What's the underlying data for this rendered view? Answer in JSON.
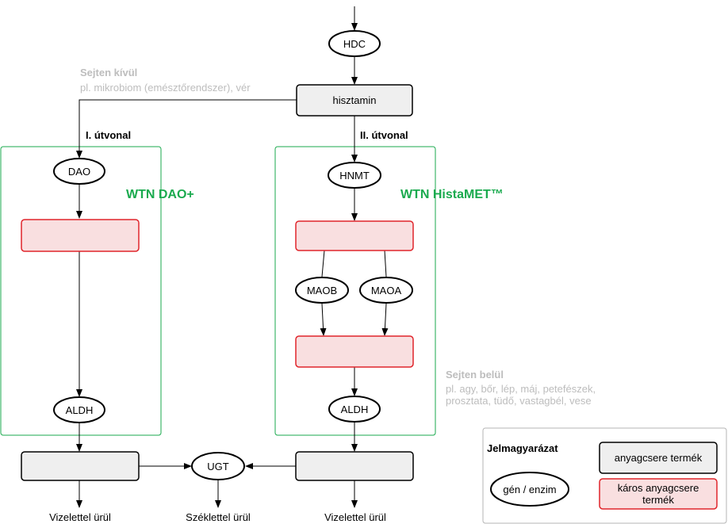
{
  "nodes": {
    "hdc": "HDC",
    "hisztamin": "hisztamin",
    "dao": "DAO",
    "hnmt": "HNMT",
    "maob": "MAOB",
    "maoa": "MAOA",
    "aldh_left": "ALDH",
    "aldh_right": "ALDH",
    "ugt": "UGT"
  },
  "pathways": {
    "path1": "I. útvonal",
    "path2": "II. útvonal"
  },
  "products": {
    "left": "WTN DAO+",
    "right": "WTN HistaMET™"
  },
  "regions": {
    "outside_title": "Sejten kívül",
    "outside_desc": "pl. mikrobiom (emésztőrendszer), vér",
    "inside_title": "Sejten belül",
    "inside_desc_1": "pl. agy, bőr, lép, máj, petefészek,",
    "inside_desc_2": "prosztata, tüdő, vastagbél, vese"
  },
  "excretion": {
    "left": "Vizelettel ürül",
    "middle": "Széklettel ürül",
    "right": "Vizelettel ürül"
  },
  "legend": {
    "title": "Jelmagyarázat",
    "gene": "gén / enzim",
    "metabolite": "anyagcsere termék",
    "harmful_1": "káros anyagcsere",
    "harmful_2": "termék"
  },
  "colors": {
    "green": "#1aaa4e",
    "red_border": "#e0252b",
    "red_fill": "#f9dfe0",
    "gray_fill": "#efefef",
    "gray_text": "#bdbdbd"
  }
}
